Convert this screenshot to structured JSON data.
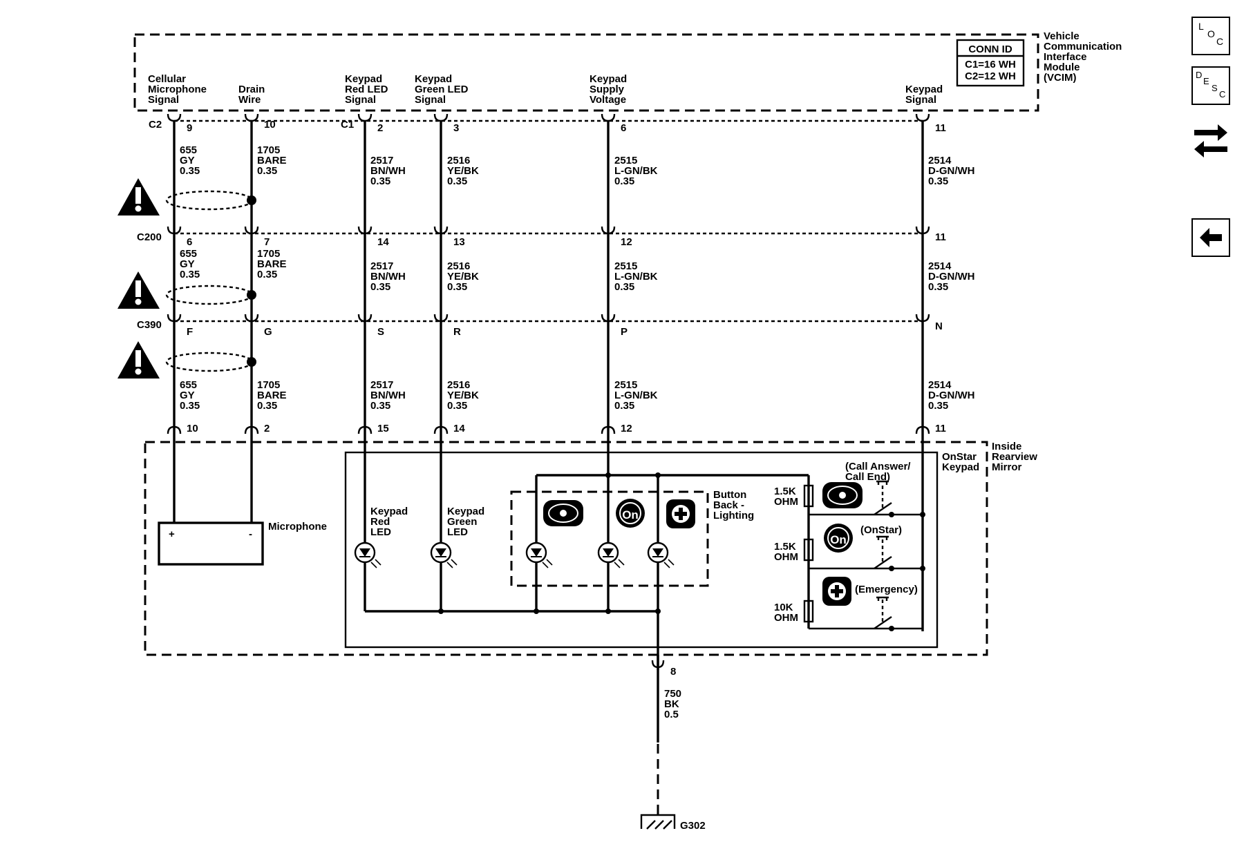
{
  "modules": {
    "vcim": [
      "Vehicle",
      "Communication",
      "Interface",
      "Module",
      "(VCIM)"
    ],
    "conn_id": {
      "title": "CONN ID",
      "c1": "C1=16 WH",
      "c2": "C2=12 WH"
    },
    "mirror": [
      "Inside",
      "Rearview",
      "Mirror"
    ],
    "keypad": [
      "OnStar",
      "Keypad"
    ]
  },
  "signals": [
    {
      "id": "mic",
      "name": [
        "Cellular",
        "Microphone",
        "Signal"
      ]
    },
    {
      "id": "drain",
      "name": [
        "Drain",
        "Wire"
      ]
    },
    {
      "id": "red",
      "name": [
        "Keypad",
        "Red LED",
        "Signal"
      ]
    },
    {
      "id": "green",
      "name": [
        "Keypad",
        "Green LED",
        "Signal"
      ]
    },
    {
      "id": "supply",
      "name": [
        "Keypad",
        "Supply",
        "Voltage"
      ]
    },
    {
      "id": "kpsig",
      "name": [
        "Keypad",
        "Signal"
      ]
    }
  ],
  "connectors": {
    "c2": "C2",
    "c1": "C1",
    "c200": "C200",
    "c390": "C390",
    "ground": "G302"
  },
  "pins": {
    "vcim": [
      "9",
      "10",
      "2",
      "3",
      "6",
      "11"
    ],
    "c200": [
      "6",
      "7",
      "14",
      "13",
      "12",
      "11"
    ],
    "c390": [
      "F",
      "G",
      "S",
      "R",
      "P",
      "N"
    ],
    "mirror": [
      "10",
      "2",
      "15",
      "14",
      "12",
      "11"
    ],
    "ground": "8"
  },
  "wires": [
    {
      "circuit": "655",
      "color": "GY",
      "gauge": "0.35"
    },
    {
      "circuit": "1705",
      "color": "BARE",
      "gauge": "0.35"
    },
    {
      "circuit": "2517",
      "color": "BN/WH",
      "gauge": "0.35"
    },
    {
      "circuit": "2516",
      "color": "YE/BK",
      "gauge": "0.35"
    },
    {
      "circuit": "2515",
      "color": "L-GN/BK",
      "gauge": "0.35"
    },
    {
      "circuit": "2514",
      "color": "D-GN/WH",
      "gauge": "0.35"
    }
  ],
  "ground_wire": {
    "circuit": "750",
    "color": "BK",
    "gauge": "0.5"
  },
  "components": {
    "microphone": "Microphone",
    "red_led": [
      "Keypad",
      "Red",
      "LED"
    ],
    "green_led": [
      "Keypad",
      "Green",
      "LED"
    ],
    "backlight": [
      "Button",
      "Back -",
      "Lighting"
    ],
    "call_answer": [
      "(Call Answer/",
      "Call End)"
    ],
    "onstar": "(OnStar)",
    "emergency": "(Emergency)",
    "resistors": [
      [
        "1.5K",
        "OHM"
      ],
      [
        "1.5K",
        "OHM"
      ],
      [
        "10K",
        "OHM"
      ]
    ]
  },
  "nav": {
    "loc": "LOC",
    "desc": "DESC",
    "icons": [
      "loc-icon",
      "desc-icon",
      "swap-icon",
      "back-arrow-icon"
    ]
  }
}
